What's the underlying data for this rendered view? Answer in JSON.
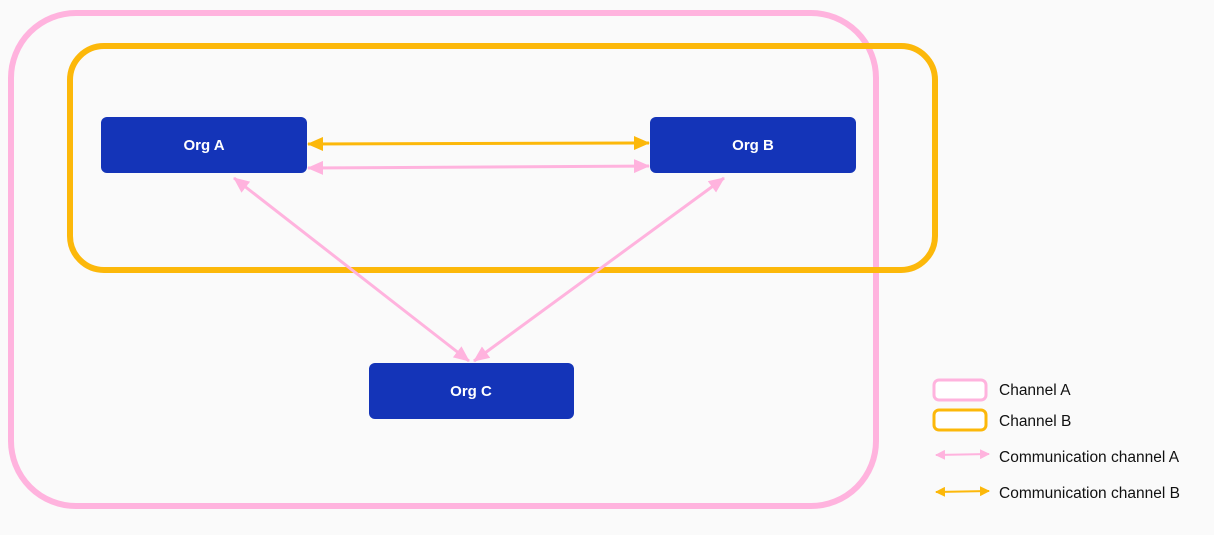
{
  "colors": {
    "channel_a": "#ffb3de",
    "channel_b": "#fcb80a",
    "org_fill": "#1434b8",
    "background": "#fafafa"
  },
  "nodes": {
    "org_a": "Org A",
    "org_b": "Org B",
    "org_c": "Org C"
  },
  "legend": {
    "channel_a": "Channel A",
    "channel_b": "Channel B",
    "comm_a": "Communication channel A",
    "comm_b": "Communication channel B"
  }
}
